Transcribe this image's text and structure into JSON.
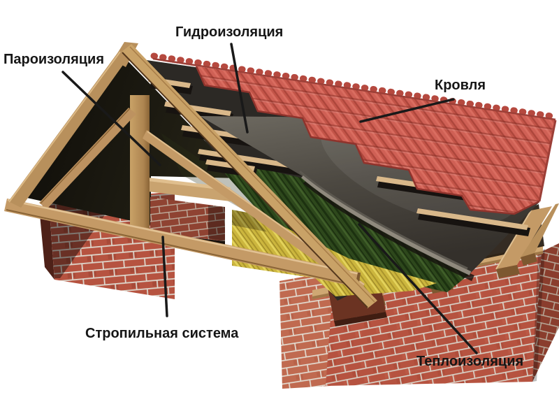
{
  "figure": {
    "description": "Roof construction layers diagram",
    "background_color": "#ffffff",
    "labels": [
      {
        "id": "vapor_barrier",
        "text": "Пароизоляция"
      },
      {
        "id": "waterproofing",
        "text": "Гидроизоляция"
      },
      {
        "id": "roofing",
        "text": "Кровля"
      },
      {
        "id": "rafter_system",
        "text": "Стропильная система"
      },
      {
        "id": "thermal_insulation",
        "text": "Теплоизоляция"
      }
    ],
    "colors": {
      "background": "#ffffff",
      "label_text": "#161616",
      "leader_line": "#191919",
      "roof_tiles": "#c75a4e",
      "roof_tiles_dark": "#a84238",
      "membrane": "#4a4540",
      "vapor_barrier_fill": "#14110c",
      "wood": "#c49a66",
      "wood_light": "#d8b887",
      "wood_dark": "#8a6436",
      "brick": "#b65340",
      "brick_shaded": "#8a3d2d",
      "insulation_green": "#2e481c",
      "insulation_wool": "#ccb63e"
    }
  }
}
